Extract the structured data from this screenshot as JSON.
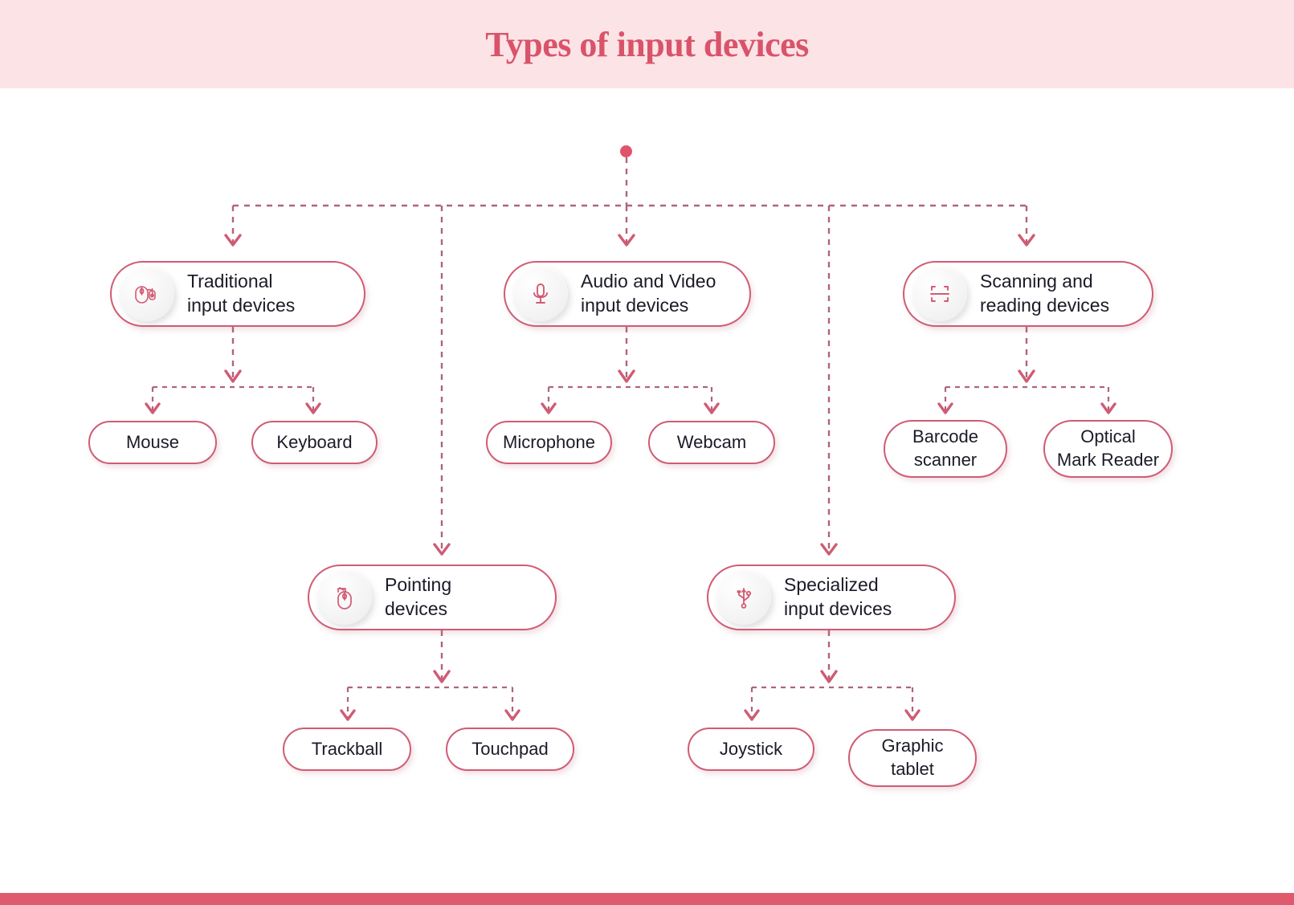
{
  "header": {
    "title": "Types of input devices",
    "band_color": "#fce3e6",
    "title_color": "#d9536a"
  },
  "footer": {
    "bar_color": "#e05a6e"
  },
  "theme": {
    "node_border": "#cf5c74",
    "node_fill": "#ffffff",
    "connector": "#b0657a",
    "arrow": "#cf5c74",
    "icon_stroke": "#d35a72",
    "text": "#1b1b28",
    "background": "#ffffff"
  },
  "chart_data": {
    "type": "tree-diagram",
    "title": "Types of input devices",
    "root": "Types of input devices",
    "branches": [
      {
        "label": "Traditional\ninput devices",
        "icon": "mouse-usb-icon",
        "children": [
          "Mouse",
          "Keyboard"
        ]
      },
      {
        "label": "Pointing\ndevices",
        "icon": "mouse-pointer-icon",
        "children": [
          "Trackball",
          "Touchpad"
        ]
      },
      {
        "label": "Audio and Video\ninput devices",
        "icon": "microphone-icon",
        "children": [
          "Microphone",
          "Webcam"
        ]
      },
      {
        "label": "Specialized\ninput devices",
        "icon": "usb-icon",
        "children": [
          "Joystick",
          "Graphic\ntablet"
        ]
      },
      {
        "label": "Scanning and\nreading devices",
        "icon": "scan-frame-icon",
        "children": [
          "Barcode\nscanner",
          "Optical\nMark Reader"
        ]
      }
    ]
  },
  "nodes": {
    "traditional": {
      "label": "Traditional\ninput devices"
    },
    "audio_video": {
      "label": "Audio and Video\ninput devices"
    },
    "scanning": {
      "label": "Scanning and\nreading devices"
    },
    "pointing": {
      "label": "Pointing\ndevices"
    },
    "specialized": {
      "label": "Specialized\ninput devices"
    },
    "mouse": {
      "label": "Mouse"
    },
    "keyboard": {
      "label": "Keyboard"
    },
    "microphone": {
      "label": "Microphone"
    },
    "webcam": {
      "label": "Webcam"
    },
    "barcode_scanner": {
      "label": "Barcode\nscanner"
    },
    "optical_mark_reader": {
      "label": "Optical\nMark Reader"
    },
    "trackball": {
      "label": "Trackball"
    },
    "touchpad": {
      "label": "Touchpad"
    },
    "joystick": {
      "label": "Joystick"
    },
    "graphic_tablet": {
      "label": "Graphic\ntablet"
    }
  }
}
